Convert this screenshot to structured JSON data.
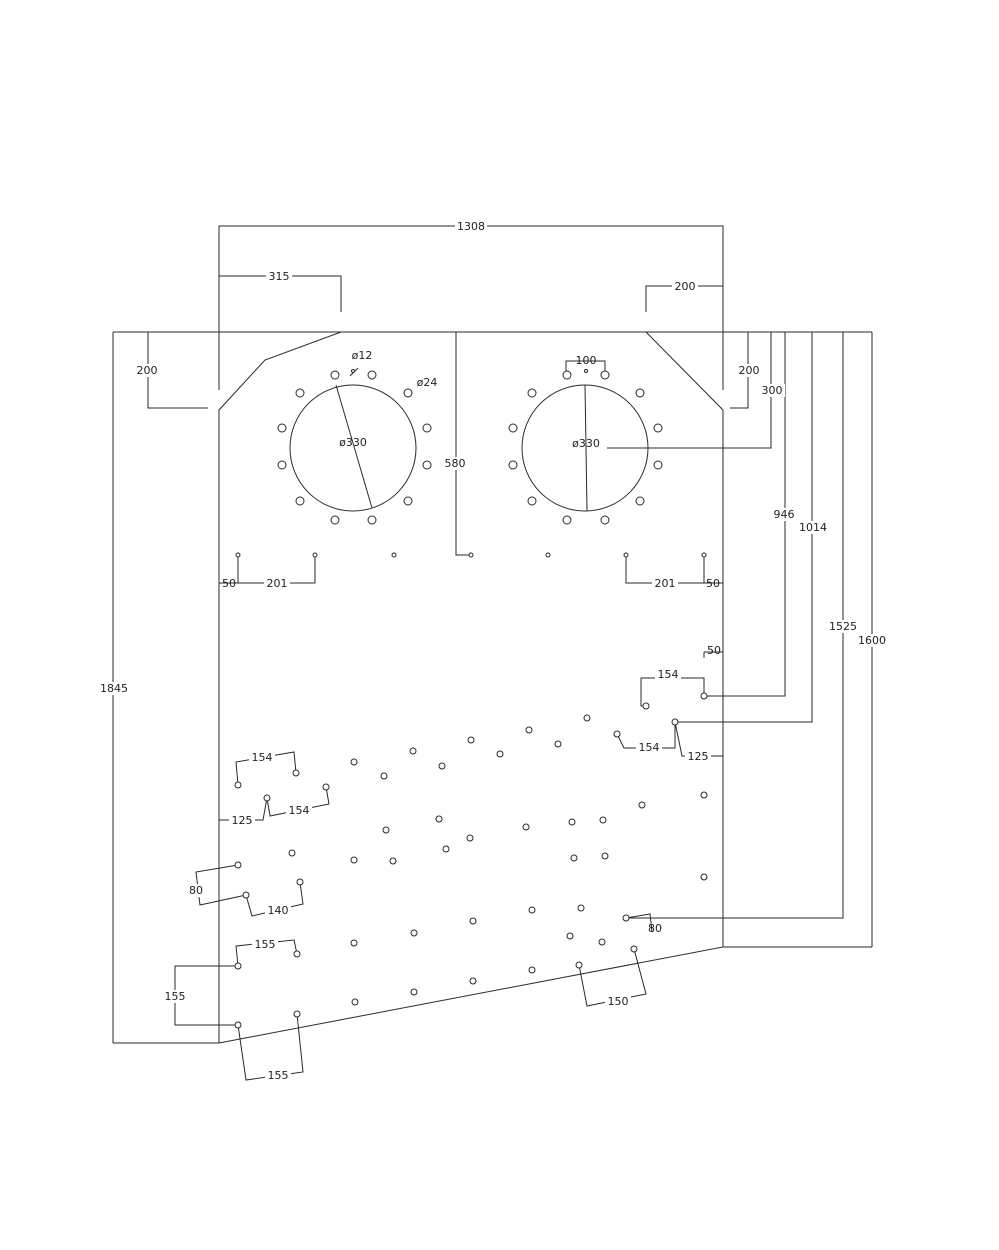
{
  "drawing": {
    "line_color": "#2a2a2a",
    "background": "#ffffff",
    "dimensions": {
      "d1308": "1308",
      "d315": "315",
      "d200_top_right": "200",
      "d200_left": "200",
      "d200_right": "200",
      "d12": "ø12",
      "d24": "ø24",
      "d100": "100",
      "d330_left": "ø330",
      "d330_right": "ø330",
      "d580": "580",
      "d300": "300",
      "d946": "946",
      "d1014": "1014",
      "d1525": "1525",
      "d1600": "1600",
      "d1845": "1845",
      "d50_left": "50",
      "d201_left": "201",
      "d201_right": "201",
      "d50_right": "50",
      "d50_mid": "50",
      "d154_right_top": "154",
      "d154_right_bottom": "154",
      "d125_right": "125",
      "d154_left_top": "154",
      "d154_left_bottom": "154",
      "d125_left": "125",
      "d80_left": "80",
      "d140": "140",
      "d155_top": "155",
      "d155_vertical": "155",
      "d155_bottom": "155",
      "d150": "150",
      "d80_right": "80"
    }
  }
}
